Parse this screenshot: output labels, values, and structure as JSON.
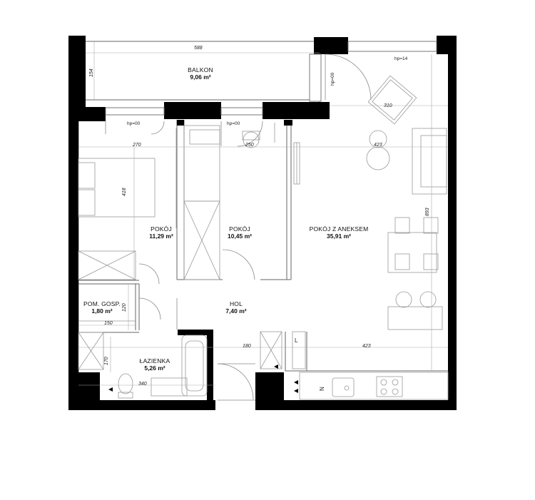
{
  "plan": {
    "rooms": [
      {
        "id": "balkon",
        "name": "BALKON",
        "area": "9,06 m²"
      },
      {
        "id": "pokoj1",
        "name": "POKÓJ",
        "area": "11,29 m²"
      },
      {
        "id": "pokoj2",
        "name": "POKÓJ",
        "area": "10,45 m²"
      },
      {
        "id": "pokoj_aneks",
        "name": "POKÓJ Z ANEKSEM",
        "area": "35,91 m²"
      },
      {
        "id": "pom_gosp",
        "name": "POM. GOSP.",
        "area": "1,80 m²"
      },
      {
        "id": "hol",
        "name": "HOL",
        "area": "7,40 m²"
      },
      {
        "id": "lazienka",
        "name": "ŁAZIENKA",
        "area": "5,26 m²"
      }
    ],
    "dimensions": {
      "balcony_width": "588",
      "balcony_depth": "154",
      "living_top": "310",
      "room1_width": "270",
      "room2_width": "250",
      "living_width": "423",
      "room1_depth": "418",
      "living_depth": "893",
      "gosp_depth": "120",
      "gosp_width": "150",
      "hall_width": "180",
      "living_width_lower": "423",
      "bath_depth": "170",
      "bath_width": "340"
    },
    "thresholds": {
      "balcony_door": "hp=00",
      "balcony_right": "hp=14",
      "room1_door": "hp=00",
      "room2_door": "hp=00"
    },
    "symbols": {
      "fridge_letter": "L",
      "oven_letter": "N"
    }
  }
}
